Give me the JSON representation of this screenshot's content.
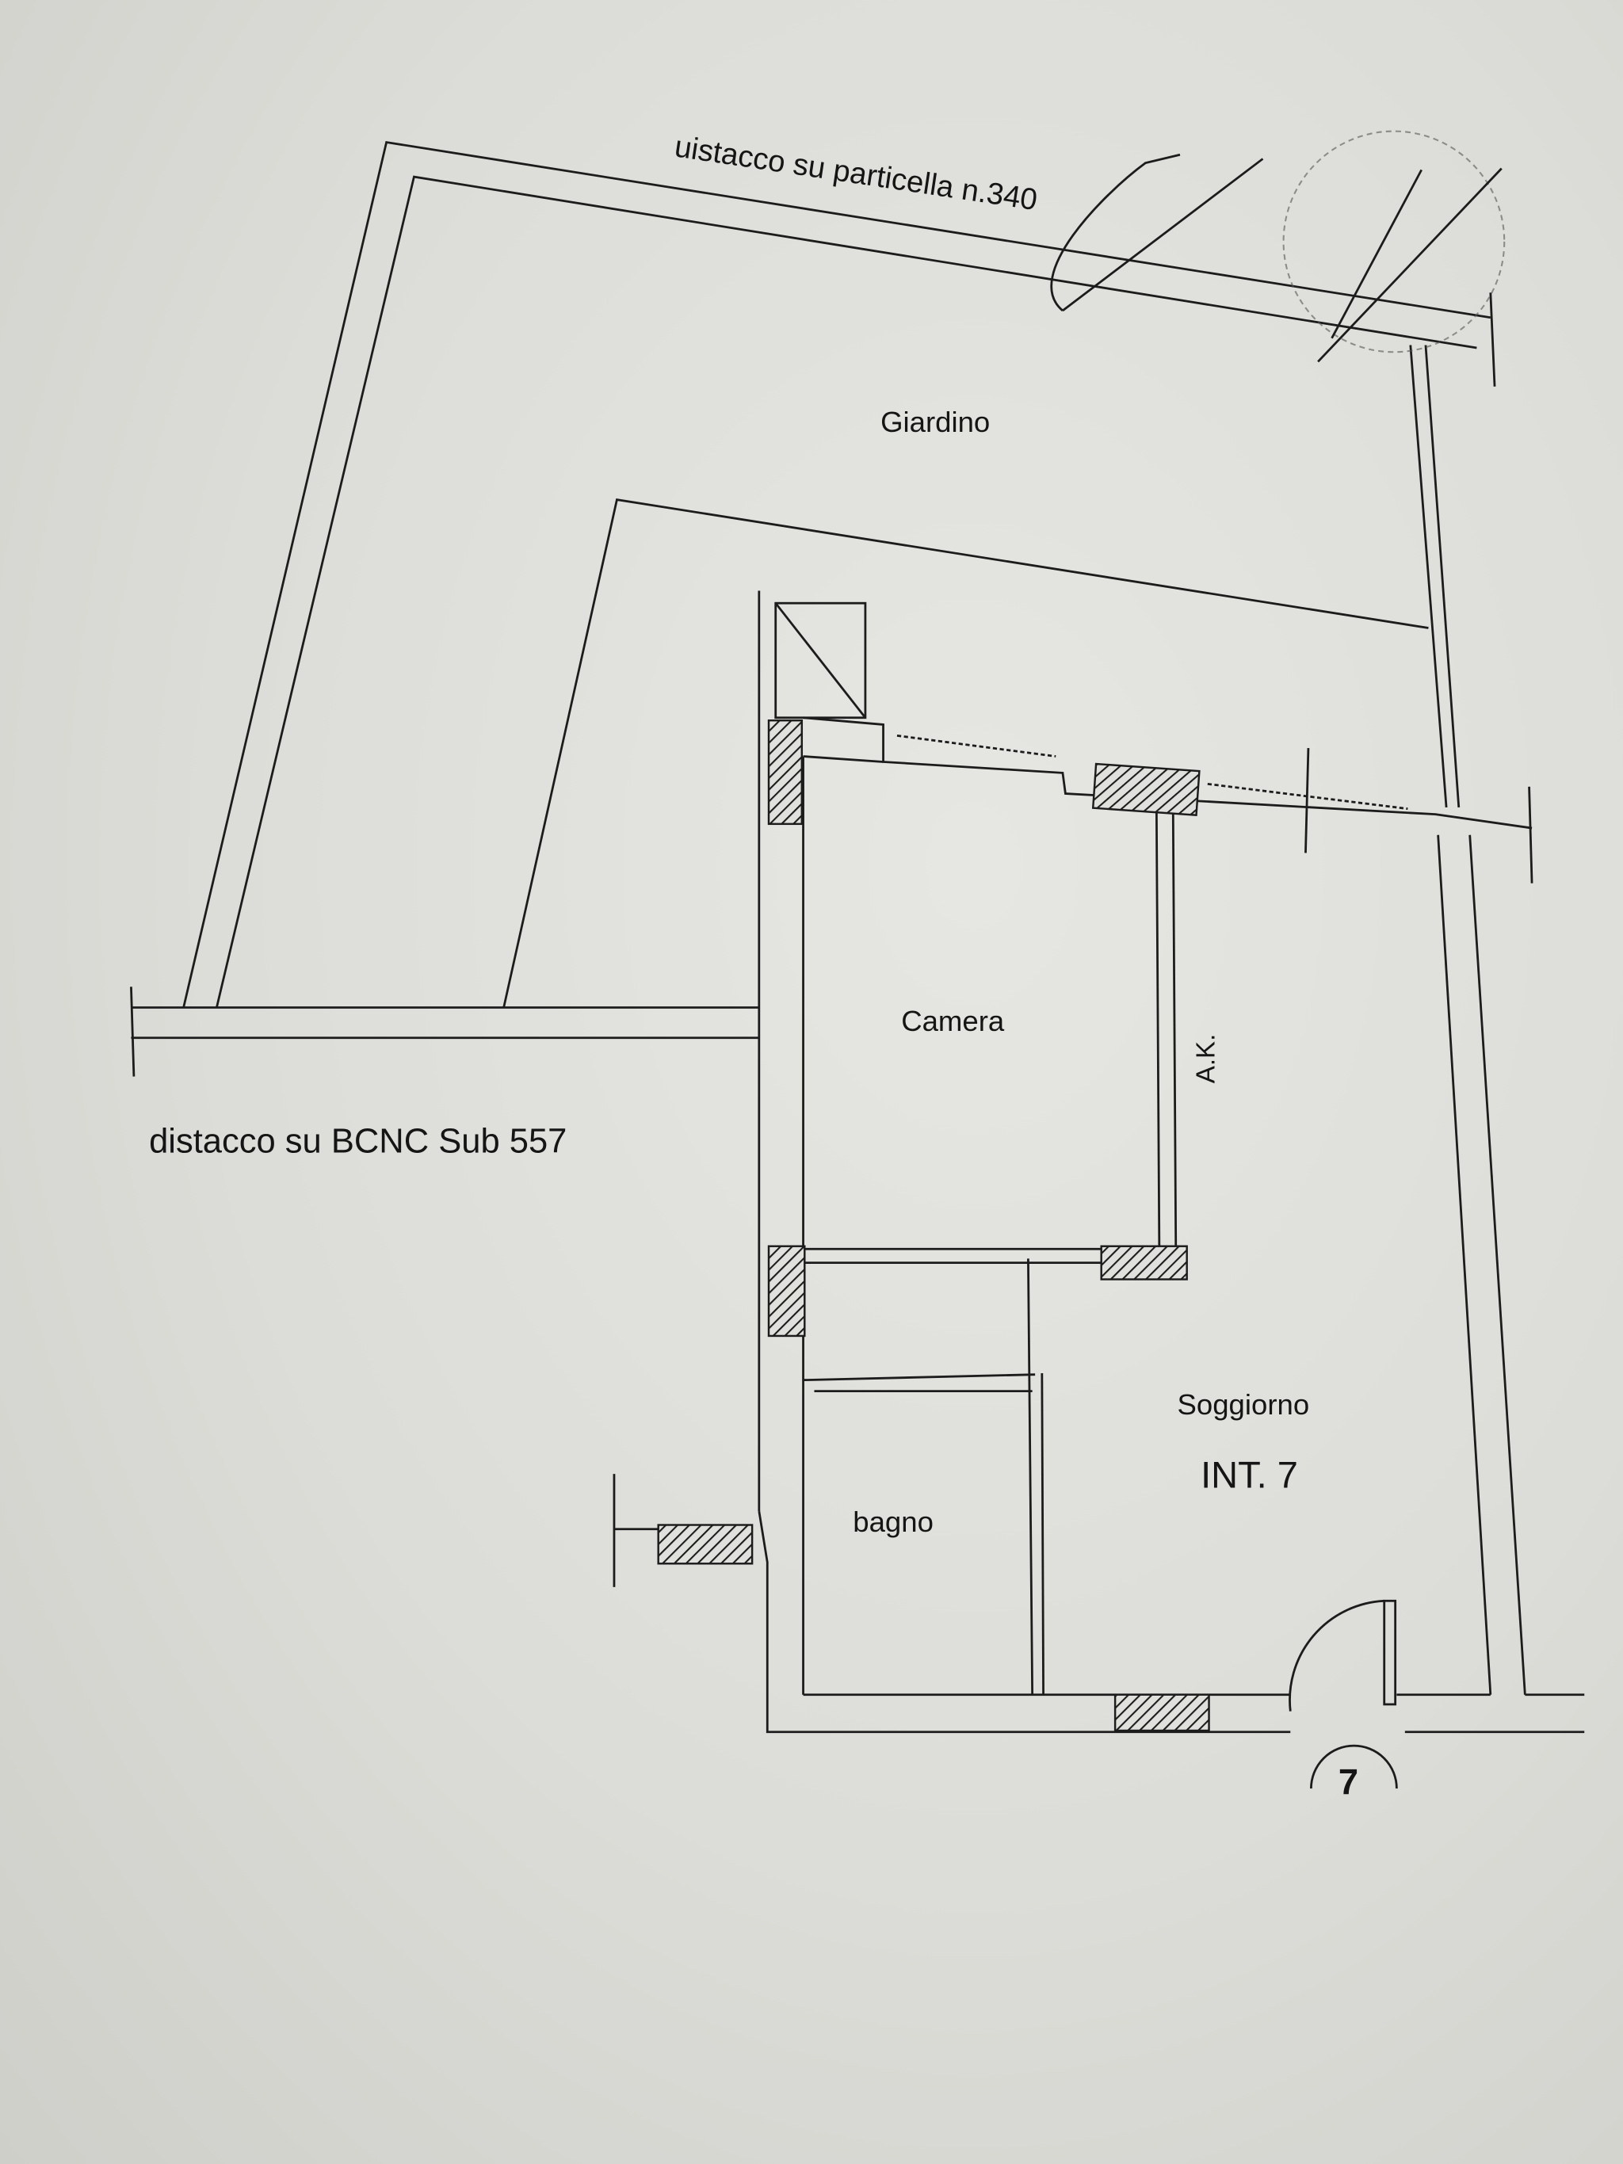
{
  "plan": {
    "top_boundary_label": "uistacco su particella n.340",
    "left_boundary_label": "distacco su BCNC Sub 557",
    "rooms": {
      "garden": "Giardino",
      "bedroom": "Camera",
      "living": "Soggiorno",
      "unit": "INT. 7",
      "bathroom": "bagno"
    },
    "wall_note": "A.K.",
    "entrance_number": "7"
  },
  "colors": {
    "paper": "#dcdcd8",
    "ink": "#1c1c1c"
  }
}
